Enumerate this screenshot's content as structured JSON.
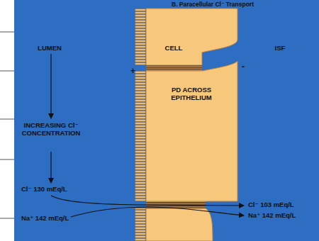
{
  "diagram": {
    "title": "B. Paracellular Cl⁻ Transport",
    "nodes": [
      {
        "text": [
          "CELL"
        ]
      },
      {
        "text": [
          "PD ACROSS EPITHELIUM"
        ]
      }
    ],
    "labels": [
      "LUMEN",
      "ISF",
      "+",
      "-",
      "INCREASING Cl⁻ CONCENTRATION",
      "Cl⁻ 130 mEq/L",
      "Cl⁻ 103 mEq/L",
      "Na⁺ 142 mEq/L",
      "Na⁺ 142 mEq/L"
    ]
  }
}
